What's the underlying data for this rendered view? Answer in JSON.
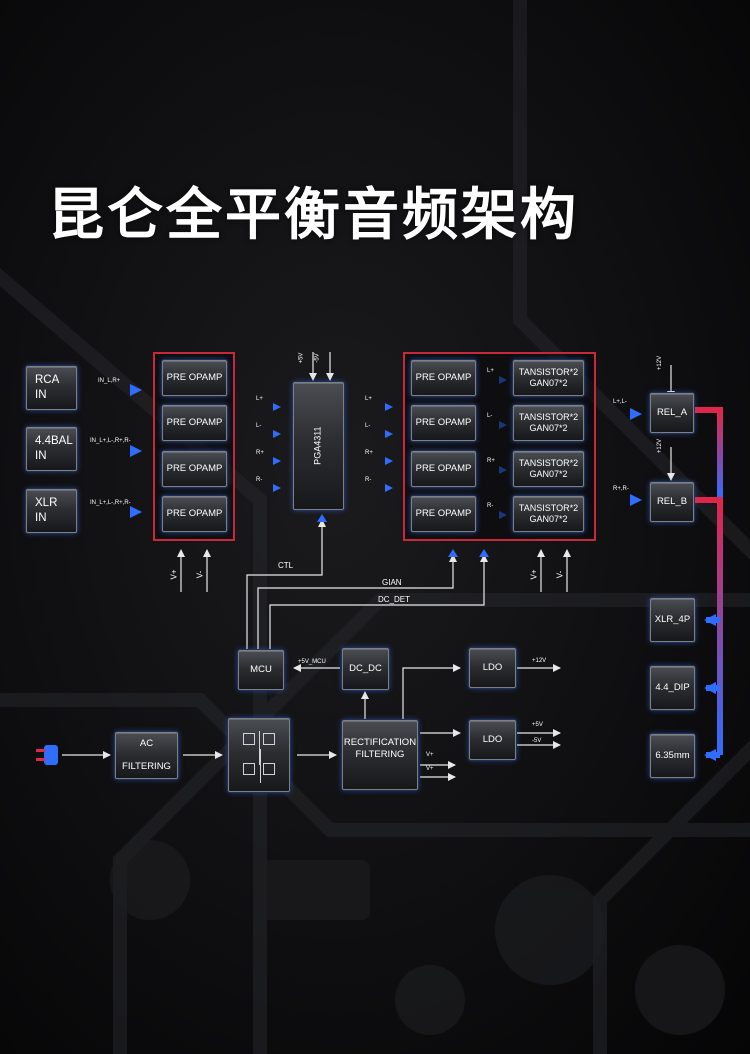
{
  "title": "昆仑全平衡音频架构",
  "inputs": [
    {
      "line1": "RCA",
      "line2": "IN",
      "signal": "IN_L,R+"
    },
    {
      "line1": "4.4BAL",
      "line2": "IN",
      "signal": "IN_L+,L-,R+,R-"
    },
    {
      "line1": "XLR",
      "line2": "IN",
      "signal": "IN_L+,L-,R+,R-"
    }
  ],
  "pre_opamp_left": [
    "PRE OPAMP",
    "PRE OPAMP",
    "PRE OPAMP",
    "PRE OPAMP"
  ],
  "left_rail": [
    "V+",
    "V-"
  ],
  "mid_signals_in": [
    "L+",
    "L-",
    "R+",
    "R-"
  ],
  "volume_chip": {
    "name": "PGA4311",
    "rails": [
      "+5V",
      "-5V"
    ]
  },
  "mid_signals_out": [
    "L+",
    "L-",
    "R+",
    "R-"
  ],
  "pre_opamp_right": [
    "PRE OPAMP",
    "PRE OPAMP",
    "PRE OPAMP",
    "PRE OPAMP"
  ],
  "opamp_to_transistor": [
    "L+",
    "L-",
    "R+",
    "R-"
  ],
  "transistors": [
    {
      "line1": "TANSISTOR*2",
      "line2": "GAN07*2"
    },
    {
      "line1": "TANSISTOR*2",
      "line2": "GAN07*2"
    },
    {
      "line1": "TANSISTOR*2",
      "line2": "GAN07*2"
    },
    {
      "line1": "TANSISTOR*2",
      "line2": "GAN07*2"
    }
  ],
  "right_rail": [
    "V+",
    "V-"
  ],
  "relays": [
    {
      "name": "REL_A",
      "signal": "L+,L-",
      "supply": "+12V"
    },
    {
      "name": "REL_B",
      "signal": "R+,R-",
      "supply": "+12V"
    }
  ],
  "outputs": [
    "XLR_4P",
    "4.4_DIP",
    "6.35mm"
  ],
  "control": {
    "ctl": "CTL",
    "gian": "GIAN",
    "dc_det": "DC_DET"
  },
  "mcu": "MCU",
  "mcu_supply": "+5V_MCU",
  "dcdc": "DC_DC",
  "ldo_top": {
    "name": "LDO",
    "out": "+12V"
  },
  "ac_filter": {
    "line1": "AC",
    "line2": "FILTERING"
  },
  "rectifier": {
    "line1": "RECTIFICATION",
    "line2": "FILTERING",
    "outs": [
      "V+",
      "V+"
    ]
  },
  "ldo_bottom": {
    "name": "LDO",
    "outs": [
      "+5V",
      "-5V"
    ]
  },
  "colors": {
    "accent_red": "#e0264a",
    "accent_blue": "#2f6dff",
    "group_border": "#c8283a"
  }
}
